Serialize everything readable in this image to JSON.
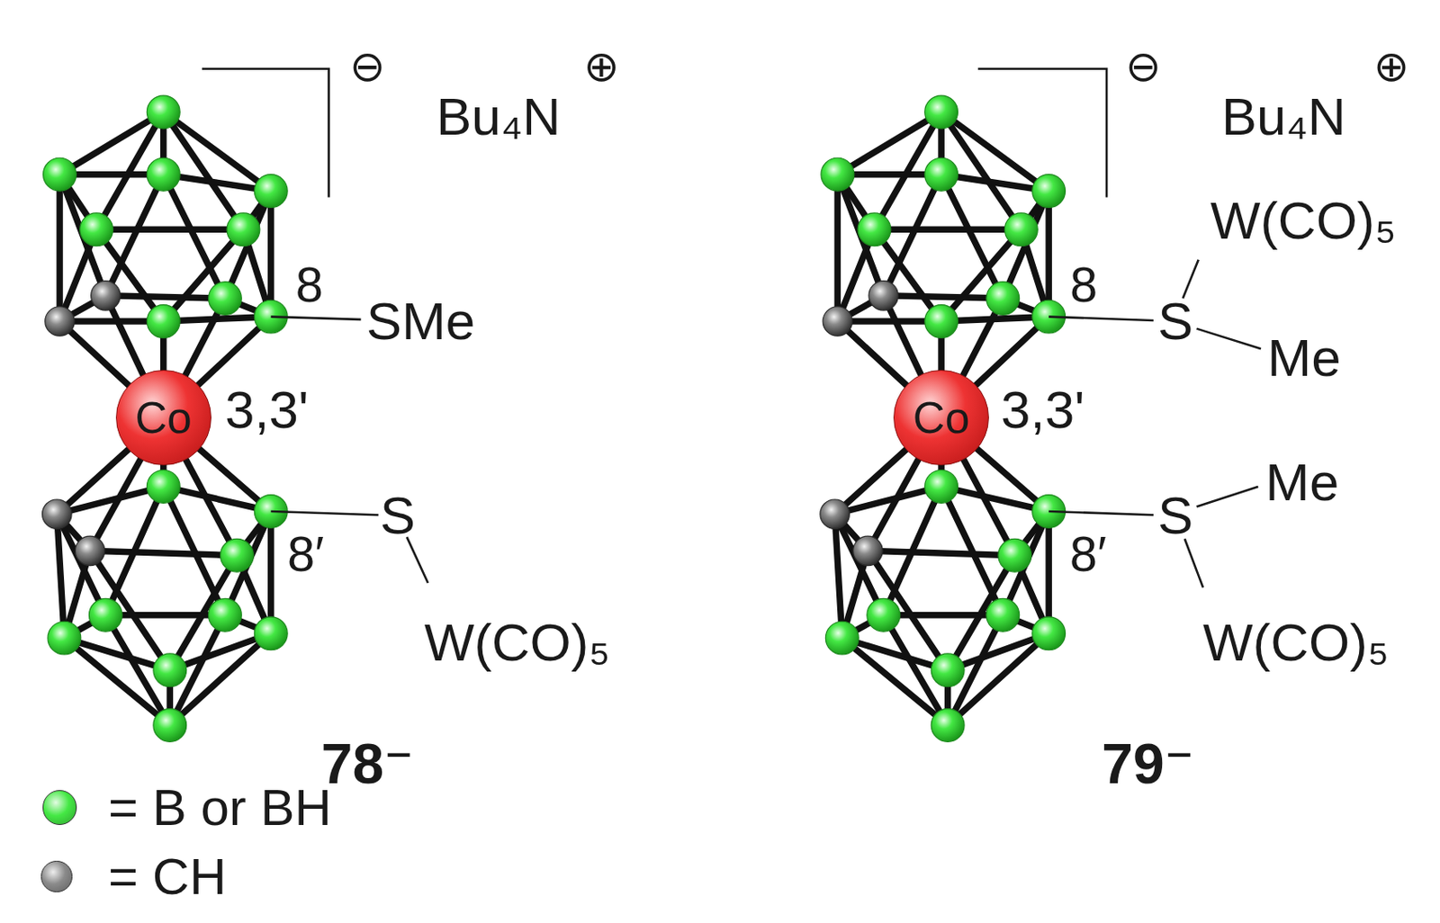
{
  "diagram": {
    "nodes": [
      {
        "text": [
          "Co"
        ]
      },
      {
        "text": [
          "Co"
        ]
      }
    ],
    "labels": [
      "⊖",
      "Bu₄N",
      "⊕",
      "8",
      "SMe",
      "3,3'",
      "8′",
      "S",
      "W(CO)₅",
      "78⁻",
      "⊖",
      "Bu₄N",
      "⊕",
      "W(CO)₅",
      "8",
      "S",
      "Me",
      "3,3'",
      "Me",
      "8′",
      "S",
      "W(CO)₅",
      "79⁻"
    ],
    "legend": [
      {
        "text": "= B or BH",
        "color": "#44e844"
      },
      {
        "text": "= CH",
        "color": "#8a8a8a"
      }
    ]
  }
}
